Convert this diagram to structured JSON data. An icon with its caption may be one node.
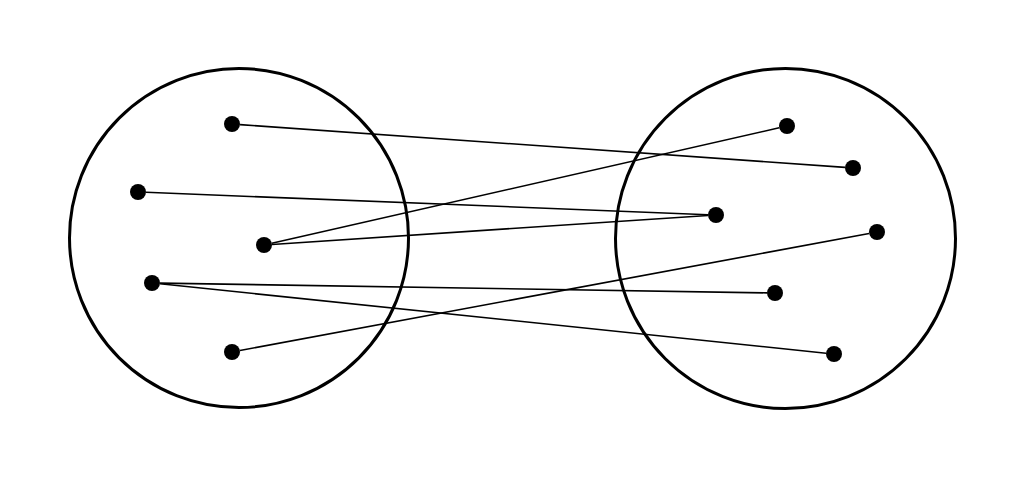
{
  "diagram": {
    "nodes": [
      {
        "text": [],
        "shape": "circle"
      },
      {
        "text": [],
        "shape": "dot",
        "in": 0
      },
      {
        "text": [],
        "shape": "dot",
        "in": 0
      },
      {
        "text": [],
        "shape": "dot",
        "in": 0
      },
      {
        "text": [],
        "shape": "dot",
        "in": 0
      },
      {
        "text": [],
        "shape": "dot",
        "in": 0
      },
      {
        "text": [],
        "shape": "circle"
      },
      {
        "text": [],
        "shape": "dot",
        "in": 6
      },
      {
        "text": [],
        "shape": "dot",
        "in": 6
      },
      {
        "text": [],
        "shape": "dot",
        "in": 6
      },
      {
        "text": [],
        "shape": "dot",
        "in": 6
      },
      {
        "text": [],
        "shape": "dot",
        "in": 6
      },
      {
        "text": [],
        "shape": "dot",
        "in": 6
      }
    ],
    "edges": [
      {
        "from": 1,
        "to": 8,
        "arrow": "none"
      },
      {
        "from": 2,
        "to": 9,
        "arrow": "none"
      },
      {
        "from": 3,
        "to": 7,
        "arrow": "none"
      },
      {
        "from": 3,
        "to": 9,
        "arrow": "none"
      },
      {
        "from": 4,
        "to": 11,
        "arrow": "none"
      },
      {
        "from": 4,
        "to": 12,
        "arrow": "none"
      },
      {
        "from": 5,
        "to": 10,
        "arrow": "none"
      }
    ]
  }
}
